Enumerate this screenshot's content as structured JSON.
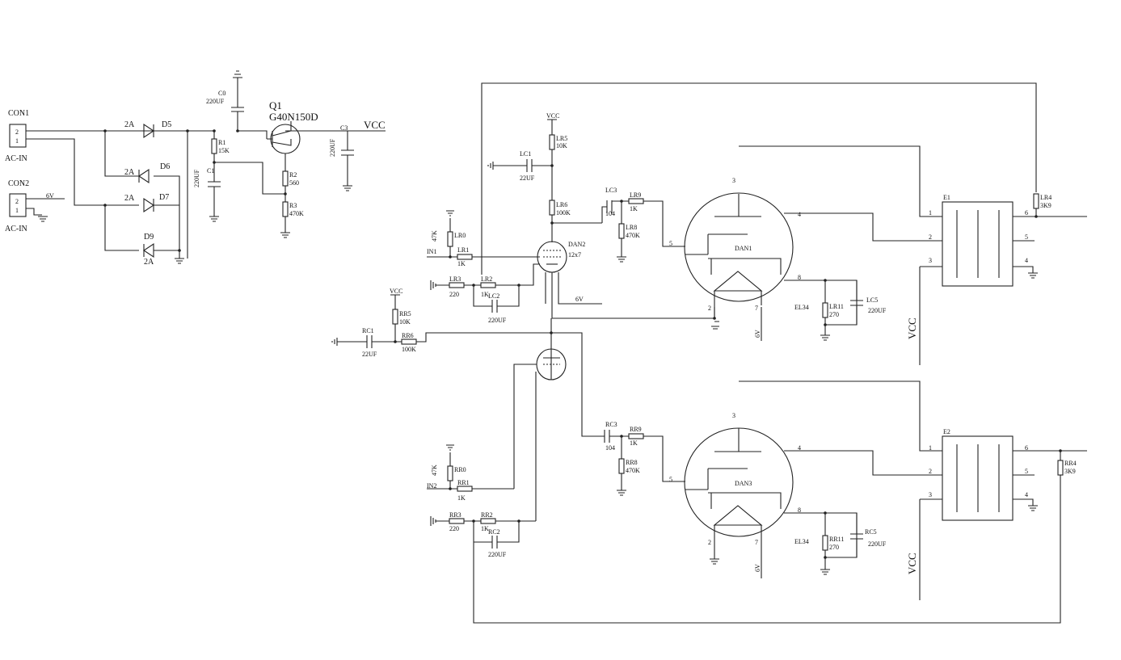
{
  "colors": {
    "wire": "#222222",
    "background": "#ffffff"
  },
  "power": {
    "con1": {
      "ref": "CON1",
      "pins": [
        "2",
        "1"
      ],
      "label": "AC-IN"
    },
    "con2": {
      "ref": "CON2",
      "pins": [
        "2",
        "1"
      ],
      "label": "AC-IN"
    },
    "v6_label": "6V",
    "d5": {
      "ref": "D5",
      "val": "2A"
    },
    "d6": {
      "ref": "D6",
      "val": "2A"
    },
    "d7": {
      "ref": "D7",
      "val": "2A"
    },
    "d9": {
      "ref": "D9",
      "val": "2A"
    },
    "c0": {
      "ref": "C0",
      "val": "220UF"
    },
    "c1": {
      "ref": "C1",
      "val": "220UF"
    },
    "c3": {
      "ref": "C3",
      "val": "220UF"
    },
    "r1": {
      "ref": "R1",
      "val": "15K"
    },
    "r2": {
      "ref": "R2",
      "val": "560"
    },
    "r3": {
      "ref": "R3",
      "val": "470K"
    },
    "q1": {
      "ref": "Q1",
      "val": "G40N150D"
    },
    "vcc": "VCC"
  },
  "preamp": {
    "vcc_top": "VCC",
    "vcc_mid": "VCC",
    "lr0": {
      "ref": "LR0",
      "val": "47K"
    },
    "lr1": {
      "ref": "LR1",
      "val": "1K"
    },
    "lr2": {
      "ref": "LR2",
      "val": "1K"
    },
    "lr3": {
      "ref": "LR3",
      "val": "220"
    },
    "lr5": {
      "ref": "LR5",
      "val": "10K"
    },
    "lr6": {
      "ref": "LR6",
      "val": "100K"
    },
    "lc1": {
      "ref": "LC1",
      "val": "22UF"
    },
    "lc2": {
      "ref": "LC2",
      "val": "220UF"
    },
    "dan2": {
      "ref": "DAN2",
      "val": "12x7"
    },
    "in1": "IN1",
    "heater": "6V",
    "rr0": {
      "ref": "RR0",
      "val": "47K"
    },
    "rr1": {
      "ref": "RR1",
      "val": "1K"
    },
    "rr2": {
      "ref": "RR2",
      "val": "1K"
    },
    "rr3": {
      "ref": "RR3",
      "val": "220"
    },
    "rr5": {
      "ref": "RR5",
      "val": "10K"
    },
    "rr6": {
      "ref": "RR6",
      "val": "100K"
    },
    "rc1": {
      "ref": "RC1",
      "val": "22UF"
    },
    "rc2": {
      "ref": "RC2",
      "val": "220UF"
    },
    "in2": "IN2"
  },
  "left_output": {
    "lc3": {
      "ref": "LC3",
      "val": "104"
    },
    "lr9": {
      "ref": "LR9",
      "val": "1K"
    },
    "lr8": {
      "ref": "LR8",
      "val": "470K"
    },
    "tube": {
      "ref": "DAN1",
      "type": "EL34",
      "pins": [
        "3",
        "4",
        "5",
        "8",
        "2",
        "7"
      ]
    },
    "heater": "6V",
    "lr11": {
      "ref": "LR11",
      "val": "270"
    },
    "lc5": {
      "ref": "LC5",
      "val": "220UF"
    },
    "xfmr": {
      "ref": "E1",
      "pins": [
        "1",
        "2",
        "3",
        "6",
        "5",
        "4"
      ]
    },
    "lr4": {
      "ref": "LR4",
      "val": "3K9"
    },
    "vcc": "VCC"
  },
  "right_output": {
    "rc3": {
      "ref": "RC3",
      "val": "104"
    },
    "rr9": {
      "ref": "RR9",
      "val": "1K"
    },
    "rr8": {
      "ref": "RR8",
      "val": "470K"
    },
    "tube": {
      "ref": "DAN3",
      "type": "EL34",
      "pins": [
        "3",
        "4",
        "5",
        "8",
        "2",
        "7"
      ]
    },
    "heater": "6V",
    "rr11": {
      "ref": "RR11",
      "val": "270"
    },
    "rc5": {
      "ref": "RC5",
      "val": "220UF"
    },
    "xfmr": {
      "ref": "E2",
      "pins": [
        "1",
        "2",
        "3",
        "6",
        "5",
        "4"
      ]
    },
    "rr4": {
      "ref": "RR4",
      "val": "3K9"
    },
    "vcc": "VCC"
  }
}
